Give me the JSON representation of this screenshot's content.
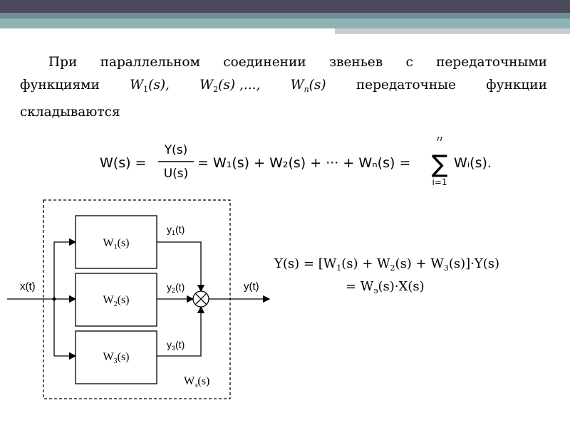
{
  "text": {
    "l1_words": [
      "При",
      "параллельном",
      "соединении",
      "звеньев",
      "с",
      "передаточными"
    ],
    "l2_word1": "функциями",
    "l2_w1": "W",
    "l2_w1_sub": "1",
    "l2_w1_arg": "(s),",
    "l2_w2": "W",
    "l2_w2_sub": "2",
    "l2_w2_arg": "(s) ,...,",
    "l2_wn": "W",
    "l2_wn_sub": "n",
    "l2_wn_arg": "(s)",
    "l2_word2": "передаточные",
    "l2_word3": "функции",
    "l3": "складываются"
  },
  "formula": {
    "lhs": "W(s) =",
    "frac_num": "Y(s)",
    "frac_den": "U(s)",
    "terms": "= W₁(s) + W₂(s) + ··· + Wₙ(s) =",
    "sum_top": "n",
    "sum_bottom": "i=1",
    "sum_term": "Wᵢ(s)."
  },
  "diagram": {
    "input_label": "x(t)",
    "output_label": "y(t)",
    "blocks": [
      {
        "label": "W",
        "sub": "1",
        "arg": "(s)",
        "out_label": "y",
        "out_sub": "1",
        "out_arg": "(t)"
      },
      {
        "label": "W",
        "sub": "2",
        "arg": "(s)",
        "out_label": "y",
        "out_sub": "2",
        "out_arg": "(t)"
      },
      {
        "label": "W",
        "sub": "3",
        "arg": "(s)",
        "out_label": "y",
        "out_sub": "3",
        "out_arg": "(t)"
      }
    ],
    "equiv_label": "W",
    "equiv_sub": "э",
    "equiv_arg": "(s)"
  },
  "equation": {
    "line1_a": "Y(s) = ",
    "line1_b": "[W",
    "sub1": "1",
    "line1_c": "(s) + W",
    "sub2": "2",
    "line1_d": "(s) + W",
    "sub3": "3",
    "line1_e": "(s)]·Y(s)",
    "line2_a": "= W",
    "sub4": "э",
    "line2_b": "(s)·X(s)"
  }
}
